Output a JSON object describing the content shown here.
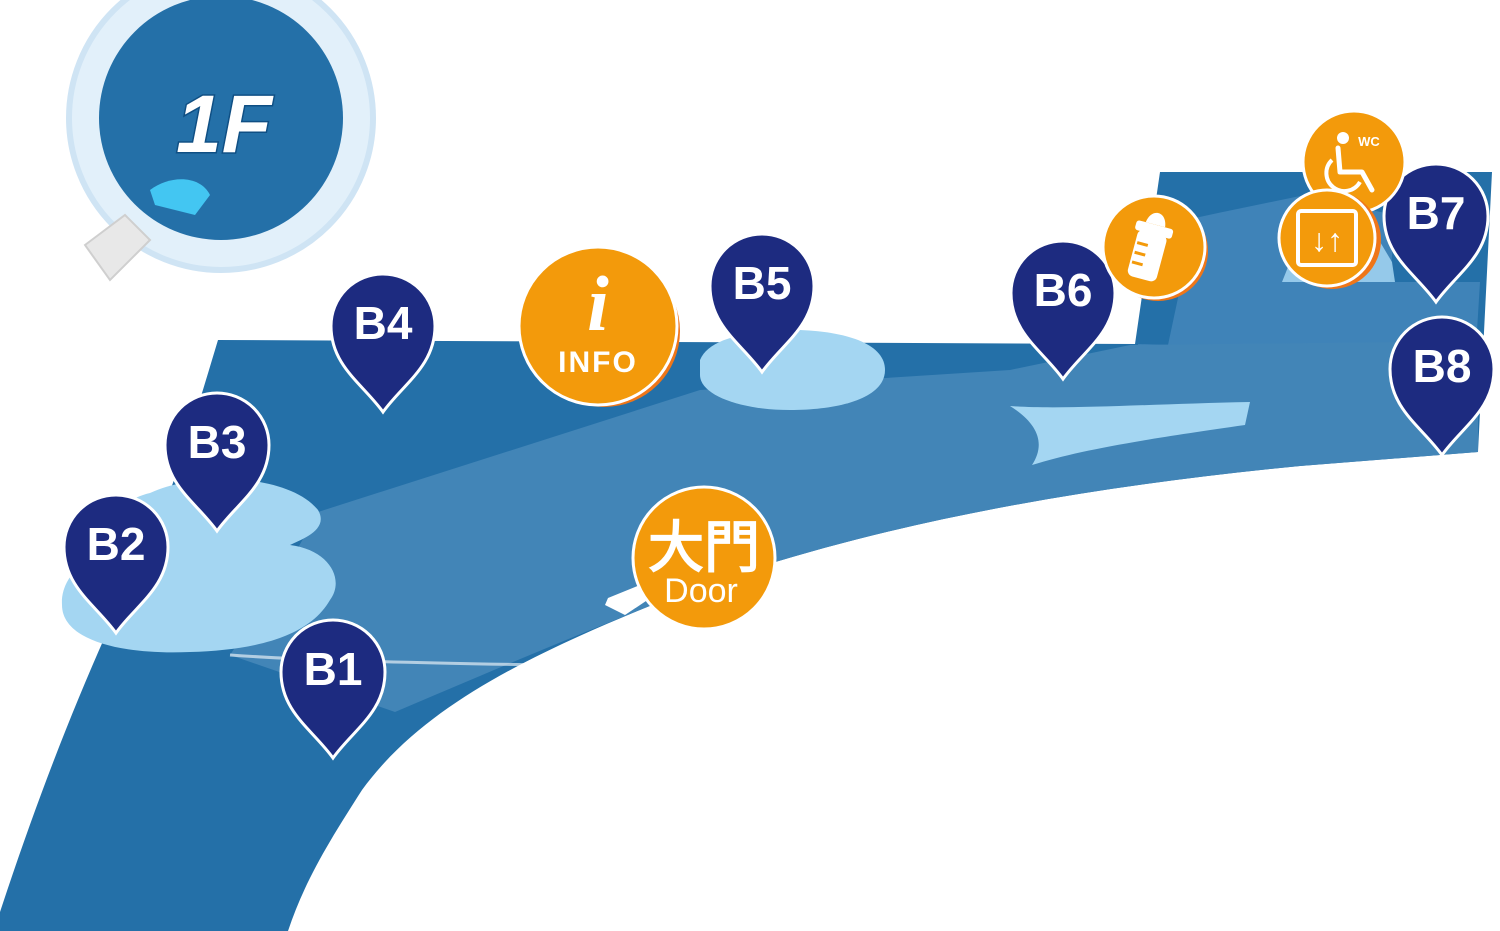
{
  "floor": {
    "label": "1F"
  },
  "colors": {
    "floor_dark": "#2470a8",
    "floor_mid": "#4285b7",
    "floor_light": "#a4d6f2",
    "pin": "#1d2b80",
    "poi": "#f39a0b",
    "poi_shadow": "#ef7619",
    "badge_ring": "#d8ecf8",
    "badge_fill": "#2470a8"
  },
  "booths": [
    {
      "id": "B1",
      "label": "B1"
    },
    {
      "id": "B2",
      "label": "B2"
    },
    {
      "id": "B3",
      "label": "B3"
    },
    {
      "id": "B4",
      "label": "B4"
    },
    {
      "id": "B5",
      "label": "B5"
    },
    {
      "id": "B6",
      "label": "B6"
    },
    {
      "id": "B7",
      "label": "B7"
    },
    {
      "id": "B8",
      "label": "B8"
    }
  ],
  "facilities": {
    "info": {
      "icon": "info-icon",
      "glyph": "i",
      "label": "INFO"
    },
    "door": {
      "icon": "door-icon",
      "label_zh": "大門",
      "label_en": "Door"
    },
    "nursing": {
      "icon": "baby-bottle-icon"
    },
    "accessible_toilet": {
      "icon": "wheelchair-wc-icon",
      "label": "WC"
    },
    "elevator": {
      "icon": "elevator-icon",
      "glyph": "↓↑"
    }
  }
}
